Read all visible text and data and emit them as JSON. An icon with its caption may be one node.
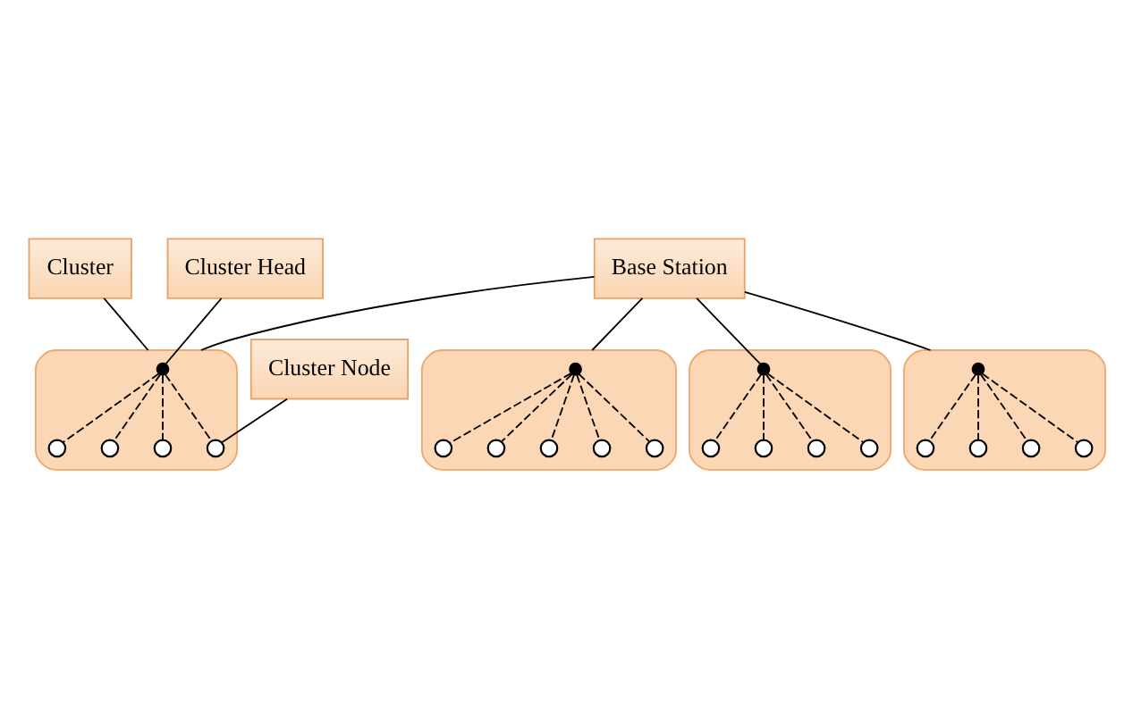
{
  "diagram": {
    "nodes": [
      {
        "text": [
          "Cluster"
        ]
      },
      {
        "text": [
          "Cluster Head"
        ]
      },
      {
        "text": [],
        "shape": "ellipse"
      },
      {
        "text": [],
        "shape": "dot",
        "in": 2
      },
      {
        "text": [],
        "shape": "circle",
        "in": 2
      },
      {
        "text": [],
        "shape": "circle",
        "in": 2
      },
      {
        "text": [],
        "shape": "circle",
        "in": 2
      },
      {
        "text": [],
        "shape": "circle",
        "in": 2
      },
      {
        "text": [
          "Base Station"
        ]
      },
      {
        "text": [
          "Cluster Node"
        ]
      },
      {
        "text": [],
        "shape": "ellipse"
      },
      {
        "text": [],
        "shape": "dot",
        "in": 10
      },
      {
        "text": [],
        "shape": "circle",
        "in": 10
      },
      {
        "text": [],
        "shape": "circle",
        "in": 10
      },
      {
        "text": [],
        "shape": "circle",
        "in": 10
      },
      {
        "text": [],
        "shape": "circle",
        "in": 10
      },
      {
        "text": [],
        "shape": "circle",
        "in": 10
      },
      {
        "text": [],
        "shape": "ellipse"
      },
      {
        "text": [],
        "shape": "dot",
        "in": 17
      },
      {
        "text": [],
        "shape": "circle",
        "in": 17
      },
      {
        "text": [],
        "shape": "circle",
        "in": 17
      },
      {
        "text": [],
        "shape": "circle",
        "in": 17
      },
      {
        "text": [],
        "shape": "circle",
        "in": 17
      },
      {
        "text": [],
        "shape": "ellipse"
      },
      {
        "text": [],
        "shape": "dot",
        "in": 23
      },
      {
        "text": [],
        "shape": "circle",
        "in": 23
      },
      {
        "text": [],
        "shape": "circle",
        "in": 23
      },
      {
        "text": [],
        "shape": "circle",
        "in": 23
      },
      {
        "text": [],
        "shape": "circle",
        "in": 23
      }
    ],
    "edges": [
      {
        "from": 0,
        "to": 2,
        "arrow": "none"
      },
      {
        "from": 1,
        "to": 3,
        "arrow": "none"
      },
      {
        "from": 9,
        "to": 7,
        "arrow": "none"
      },
      {
        "from": 3,
        "to": 4,
        "arrow": "none",
        "style": "dashed"
      },
      {
        "from": 3,
        "to": 5,
        "arrow": "none",
        "style": "dashed"
      },
      {
        "from": 3,
        "to": 6,
        "arrow": "none",
        "style": "dashed"
      },
      {
        "from": 3,
        "to": 7,
        "arrow": "none",
        "style": "dashed"
      },
      {
        "from": 8,
        "to": 2,
        "arrow": "none"
      },
      {
        "from": 8,
        "to": 18,
        "arrow": "none"
      },
      {
        "from": 8,
        "to": 23,
        "arrow": "none"
      },
      {
        "from": 8,
        "to": 10,
        "arrow": "none"
      },
      {
        "from": 11,
        "to": 12,
        "arrow": "none",
        "style": "dashed"
      },
      {
        "from": 11,
        "to": 13,
        "arrow": "none",
        "style": "dashed"
      },
      {
        "from": 11,
        "to": 14,
        "arrow": "none",
        "style": "dashed"
      },
      {
        "from": 11,
        "to": 15,
        "arrow": "none",
        "style": "dashed"
      },
      {
        "from": 11,
        "to": 16,
        "arrow": "none",
        "style": "dashed"
      },
      {
        "from": 18,
        "to": 19,
        "arrow": "none",
        "style": "dashed"
      },
      {
        "from": 18,
        "to": 20,
        "arrow": "none",
        "style": "dashed"
      },
      {
        "from": 18,
        "to": 21,
        "arrow": "none",
        "style": "dashed"
      },
      {
        "from": 18,
        "to": 22,
        "arrow": "none",
        "style": "dashed"
      },
      {
        "from": 24,
        "to": 25,
        "arrow": "none",
        "style": "dashed"
      },
      {
        "from": 24,
        "to": 26,
        "arrow": "none",
        "style": "dashed"
      },
      {
        "from": 24,
        "to": 27,
        "arrow": "none",
        "style": "dashed"
      },
      {
        "from": 24,
        "to": 28,
        "arrow": "none",
        "style": "dashed"
      }
    ]
  }
}
